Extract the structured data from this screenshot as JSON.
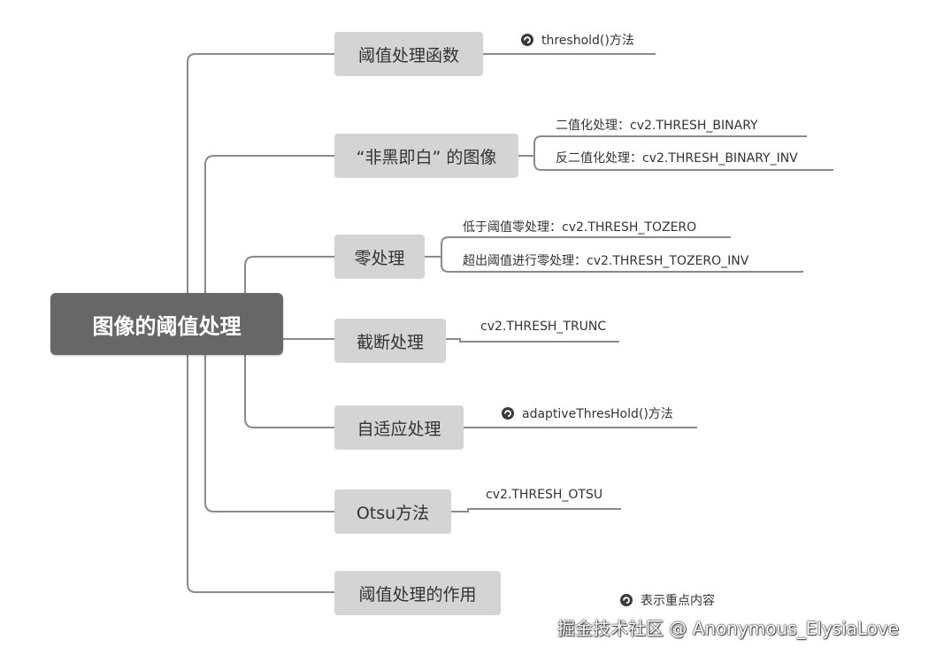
{
  "root": {
    "label": "图像的阈值处理"
  },
  "branches": [
    {
      "label": "阈值处理函数",
      "leaves": [
        {
          "text": "threshold()方法",
          "key": true
        }
      ]
    },
    {
      "label": "“非黑即白” 的图像",
      "leaves": [
        {
          "text": "二值化处理：cv2.THRESH_BINARY",
          "key": false
        },
        {
          "text": "反二值化处理：cv2.THRESH_BINARY_INV",
          "key": false
        }
      ]
    },
    {
      "label": "零处理",
      "leaves": [
        {
          "text": "低于阈值零处理：cv2.THRESH_TOZERO",
          "key": false
        },
        {
          "text": "超出阈值进行零处理：cv2.THRESH_TOZERO_INV",
          "key": false
        }
      ]
    },
    {
      "label": "截断处理",
      "leaves": [
        {
          "text": "cv2.THRESH_TRUNC",
          "key": false
        }
      ]
    },
    {
      "label": "自适应处理",
      "leaves": [
        {
          "text": "adaptiveThresHold()方法",
          "key": true
        }
      ]
    },
    {
      "label": "Otsu方法",
      "leaves": [
        {
          "text": "cv2.THRESH_OTSU",
          "key": false
        }
      ]
    },
    {
      "label": "阈值处理的作用",
      "leaves": []
    }
  ],
  "legend": {
    "text": "表示重点内容",
    "icon": "key-point-icon"
  },
  "watermark": {
    "text": "掘金技术社区 @ Anonymous_ElysiaLove"
  },
  "colors": {
    "root": "#676767",
    "node": "#d4d4d4",
    "line": "#8a8a8a",
    "text": "#333333"
  }
}
